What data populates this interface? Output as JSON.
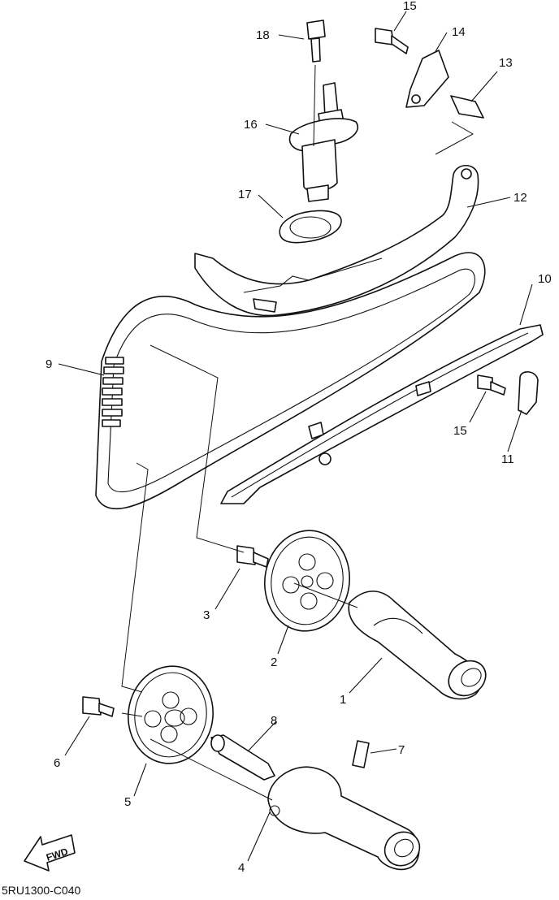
{
  "diagram": {
    "code": "5RU1300-C040",
    "fwd_label": "FWD",
    "callouts": [
      "1",
      "2",
      "3",
      "4",
      "5",
      "6",
      "7",
      "8",
      "9",
      "10",
      "11",
      "12",
      "13",
      "14",
      "15",
      "15",
      "16",
      "17",
      "18"
    ]
  }
}
